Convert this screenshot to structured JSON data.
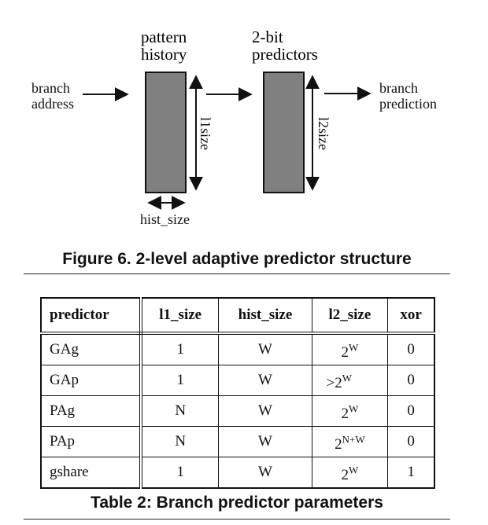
{
  "figure": {
    "labels": {
      "pattern_history_1": "pattern",
      "pattern_history_2": "history",
      "predictors_1": "2-bit",
      "predictors_2": "predictors",
      "branch_address_1": "branch",
      "branch_address_2": "address",
      "branch_prediction_1": "branch",
      "branch_prediction_2": "prediction",
      "l1size": "l1size",
      "l2size": "l2size",
      "hist_size": "hist_size"
    },
    "block_fill": "#808080",
    "caption": "Figure 6. 2-level adaptive predictor structure"
  },
  "table": {
    "headers": [
      "predictor",
      "l1_size",
      "hist_size",
      "l2_size",
      "xor"
    ],
    "rows": [
      {
        "predictor": "GAg",
        "l1_size": "1",
        "hist_size": "W",
        "l2_prefix": "",
        "l2_base": "2",
        "l2_exp": "W",
        "xor": "0"
      },
      {
        "predictor": "GAp",
        "l1_size": "1",
        "hist_size": "W",
        "l2_prefix": ">",
        "l2_base": "2",
        "l2_exp": "W",
        "xor": "0"
      },
      {
        "predictor": "PAg",
        "l1_size": "N",
        "hist_size": "W",
        "l2_prefix": "",
        "l2_base": "2",
        "l2_exp": "W",
        "xor": "0"
      },
      {
        "predictor": "PAp",
        "l1_size": "N",
        "hist_size": "W",
        "l2_prefix": "",
        "l2_base": "2",
        "l2_exp": "N+W",
        "xor": "0"
      },
      {
        "predictor": "gshare",
        "l1_size": "1",
        "hist_size": "W",
        "l2_prefix": "",
        "l2_base": "2",
        "l2_exp": "W",
        "xor": "1"
      }
    ],
    "caption": "Table 2: Branch predictor parameters"
  }
}
